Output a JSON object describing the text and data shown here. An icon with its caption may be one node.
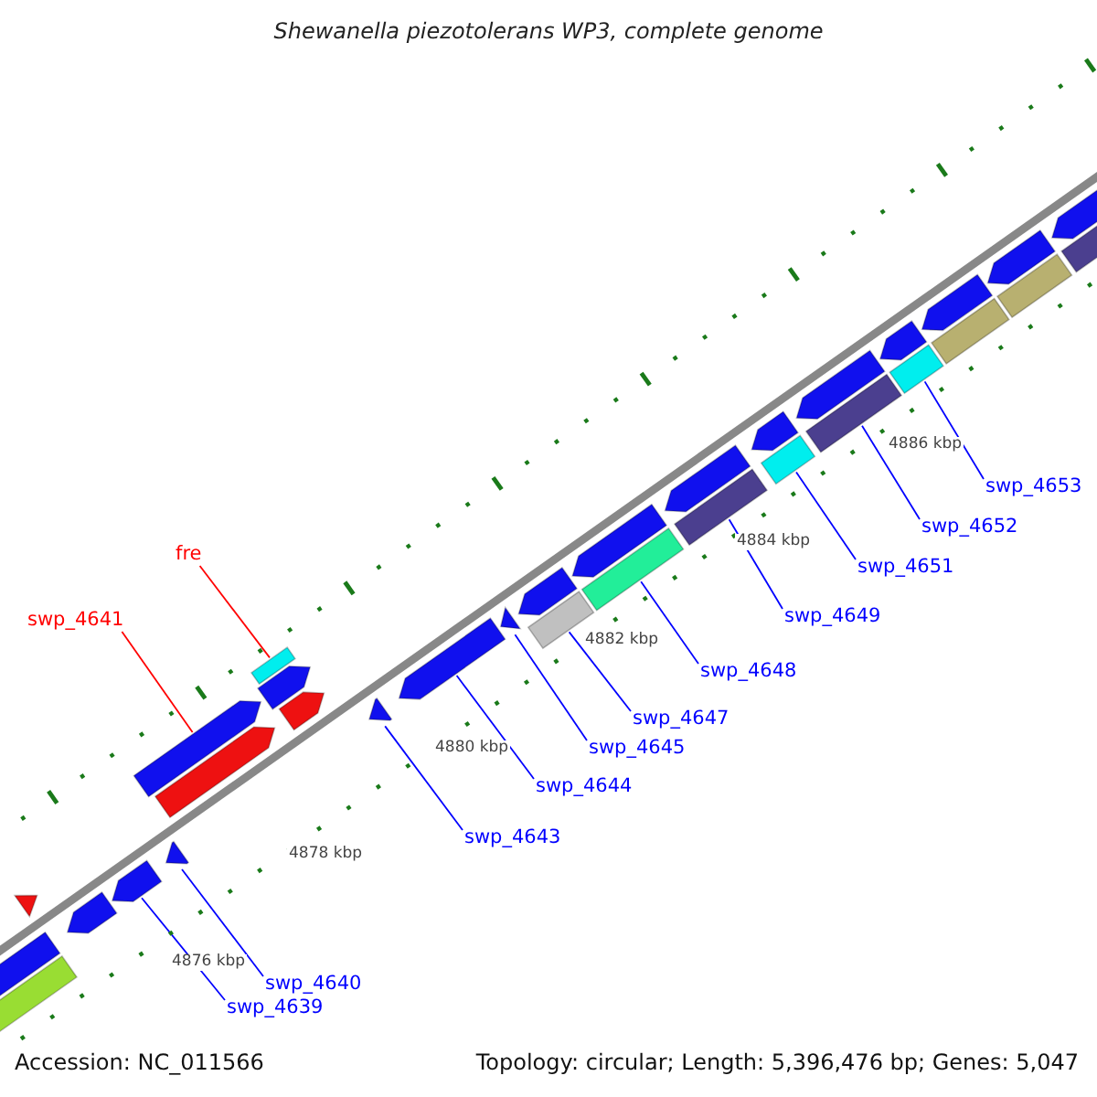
{
  "diagram": {
    "title": "Shewanella piezotolerans WP3, complete genome",
    "nodes": [
      {
        "text": [
          "swp_4639"
        ]
      },
      {
        "text": [],
        "shape": "arrow"
      },
      {
        "text": [
          "swp_4640"
        ]
      },
      {
        "text": [],
        "shape": "arrow"
      },
      {
        "text": [
          "swp_4641"
        ]
      },
      {
        "text": [],
        "shape": "arrow"
      },
      {
        "text": [
          "fre"
        ]
      },
      {
        "text": [],
        "shape": "arrow"
      },
      {
        "text": [
          "swp_4643"
        ]
      },
      {
        "text": [],
        "shape": "arrow"
      },
      {
        "text": [
          "swp_4644"
        ]
      },
      {
        "text": [],
        "shape": "arrow"
      },
      {
        "text": [
          "swp_4645"
        ]
      },
      {
        "text": [],
        "shape": "arrow"
      },
      {
        "text": [
          "swp_4647"
        ]
      },
      {
        "text": [],
        "shape": "arrow"
      },
      {
        "text": [
          "swp_4648"
        ]
      },
      {
        "text": [],
        "shape": "arrow"
      },
      {
        "text": [
          "swp_4649"
        ]
      },
      {
        "text": [],
        "shape": "arrow"
      },
      {
        "text": [
          "swp_4651"
        ]
      },
      {
        "text": [],
        "shape": "arrow"
      },
      {
        "text": [
          "swp_4652"
        ]
      },
      {
        "text": [],
        "shape": "arrow"
      },
      {
        "text": [
          "swp_4653"
        ]
      },
      {
        "text": [],
        "shape": "arrow"
      },
      {
        "text": [],
        "shape": "arrow"
      },
      {
        "text": [],
        "shape": "arrow"
      },
      {
        "text": [],
        "shape": "arrow"
      },
      {
        "text": [],
        "shape": "arrow"
      },
      {
        "text": [],
        "shape": "arrow"
      },
      {
        "text": [],
        "shape": "arrow"
      }
    ],
    "edges": [
      {
        "from": 0,
        "to": 1,
        "arrow": "none"
      },
      {
        "from": 2,
        "to": 3,
        "arrow": "none"
      },
      {
        "from": 4,
        "to": 5,
        "arrow": "none",
        "color": "#ff0000"
      },
      {
        "from": 6,
        "to": 7,
        "arrow": "none",
        "color": "#ff0000"
      },
      {
        "from": 8,
        "to": 9,
        "arrow": "none"
      },
      {
        "from": 10,
        "to": 11,
        "arrow": "none"
      },
      {
        "from": 12,
        "to": 13,
        "arrow": "none"
      },
      {
        "from": 14,
        "to": 15,
        "arrow": "none"
      },
      {
        "from": 16,
        "to": 17,
        "arrow": "none"
      },
      {
        "from": 18,
        "to": 19,
        "arrow": "none"
      },
      {
        "from": 20,
        "to": 21,
        "arrow": "none"
      },
      {
        "from": 22,
        "to": 23,
        "arrow": "none"
      },
      {
        "from": 24,
        "to": 25,
        "arrow": "none"
      }
    ],
    "labels": [
      "4876 kbp",
      "4878 kbp",
      "4880 kbp",
      "4882 kbp",
      "4884 kbp",
      "4886 kbp",
      "Accession: NC_011566",
      "Topology: circular; Length: 5,396,476 bp; Genes: 5,047"
    ]
  }
}
